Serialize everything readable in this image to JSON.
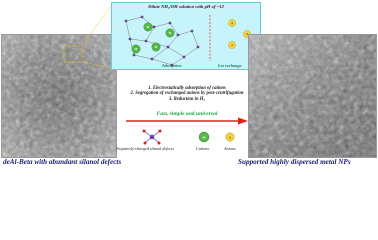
{
  "zoom": {
    "title": "Dilute NH₃/OH solution with pH of ~12",
    "adsorption_label": "Adsorption",
    "ion_exchange_label": "Ion exchange",
    "cation_symbol": "Mᴺ⁺",
    "anion_symbol": "A"
  },
  "steps": {
    "step1": "1. Electrostatically adsorption of cations",
    "step2": "2. Segregation of exchanged anions by post-centrifugation",
    "step3": "3. Reduction in H₂"
  },
  "summary": "Fast, simple and universal",
  "legend": {
    "defects_label": "Negatively-charged silanol defects",
    "cations_label": "Cations",
    "anions_label": "Anions",
    "cation_symbol": "Mᴺ⁺",
    "anion_symbol": "A"
  },
  "captions": {
    "left": "deAl-Beta with abundant silanol defects",
    "right": "Supported highly dispersed metal NPs"
  },
  "colors": {
    "zoom_bg": "#c7f3fb",
    "summary_green": "#1aa33a",
    "arrow_red": "#e0201b",
    "cation_green": "#55b848",
    "anion_yellow": "#f4d23c",
    "defect_purple": "#6a3fa0",
    "caption_navy": "#1b1b6e"
  }
}
